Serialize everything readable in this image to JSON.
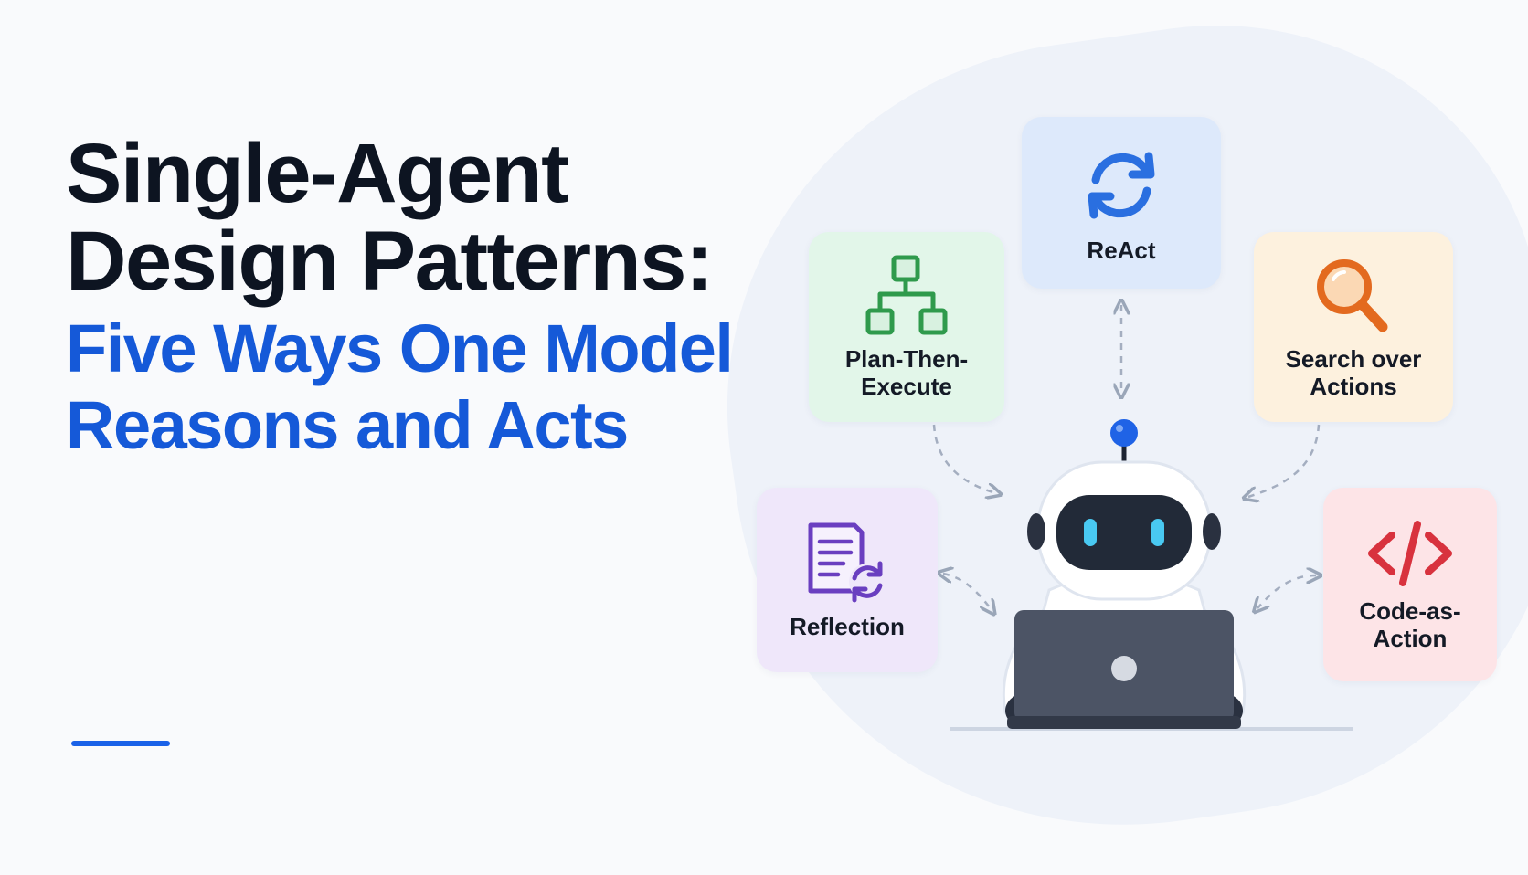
{
  "title": {
    "line1": "Single-Agent",
    "line2": "Design Patterns:",
    "line3": "Five Ways One Model",
    "line4": "Reasons and Acts"
  },
  "patterns": {
    "react": {
      "label": "ReAct",
      "icon": "refresh-cycle-icon",
      "color": "#2a6fe0"
    },
    "plan": {
      "label": "Plan-Then-\nExecute",
      "icon": "hierarchy-tree-icon",
      "color": "#2f9a4c"
    },
    "search": {
      "label": "Search over\nActions",
      "icon": "magnifier-icon",
      "color": "#e36a1f"
    },
    "reflection": {
      "label": "Reflection",
      "icon": "document-refresh-icon",
      "color": "#6a3fc0"
    },
    "code": {
      "label": "Code-as-\nAction",
      "icon": "code-brackets-icon",
      "color": "#d8323e"
    }
  },
  "colors": {
    "title_dark": "#0d1421",
    "title_blue": "#1559d8",
    "accent": "#1a62e8"
  }
}
